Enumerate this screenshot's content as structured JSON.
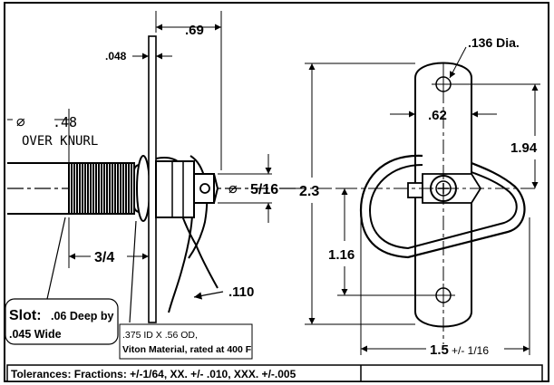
{
  "left_view": {
    "dim_width": ".69",
    "dim_plate_thickness": ".048",
    "knurl_diameter_symbol": "∅",
    "knurl_diameter_value": ".48",
    "knurl_note": "OVER KNURL",
    "pin_diameter_symbol": "∅",
    "pin_diameter_value": "5/16",
    "dim_knurl_to_plate": "3/4",
    "dim_ring_wire": ".110",
    "slot_label": "Slot:",
    "slot_line1": ".06 Deep by",
    "slot_line2": ".045 Wide",
    "oring_line1": ".375 ID X .56 OD,",
    "oring_line2": "Viton Material, rated at 400 F"
  },
  "right_view": {
    "hole_diameter": ".136 Dia.",
    "dim_slot_width": ".62",
    "dim_top_to_center": "1.94",
    "dim_overall_height": "2.3",
    "dim_center_to_bottom": "1.16",
    "dim_overall_width": "1.5",
    "dim_width_tolerance": "+/- 1/16"
  },
  "footer": {
    "tolerances": "Tolerances: Fractions: +/-1/64, XX. +/- .010, XXX. +/-.005"
  }
}
